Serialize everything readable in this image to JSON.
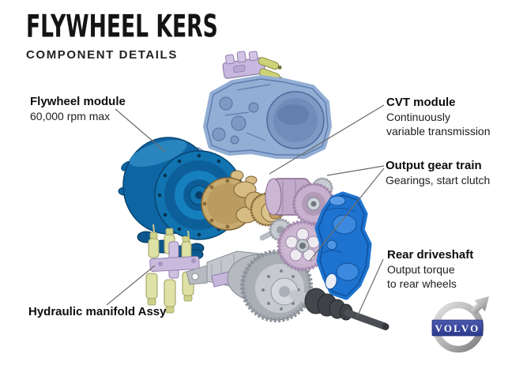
{
  "header": {
    "title": "FLYWHEEL KERS",
    "subtitle": "COMPONENT DETAILS"
  },
  "callouts": {
    "flywheel": {
      "title": "Flywheel module",
      "line1": "60,000 rpm max"
    },
    "cvt": {
      "title": "CVT module",
      "line1": "Continuously",
      "line2": "variable transmission"
    },
    "output_gear_train": {
      "title": "Output gear train",
      "line1": "Gearings, start clutch"
    },
    "rear_driveshaft": {
      "title": "Rear driveshaft",
      "line1": "Output torque",
      "line2": "to rear wheels"
    },
    "hydraulic_manifold": {
      "title": "Hydraulic manifold Assy"
    }
  },
  "logo": {
    "brand": "VOLVO"
  },
  "parts": [
    {
      "name": "flywheel-module",
      "color": "#1173b0"
    },
    {
      "name": "cvt-housing",
      "color": "#93aed4"
    },
    {
      "name": "cvt-variator",
      "color": "#c9aa6e"
    },
    {
      "name": "output-gear-train",
      "color": "#c1aaca"
    },
    {
      "name": "end-cover",
      "color": "#1d73cf"
    },
    {
      "name": "rear-drive-assembly",
      "color": "#b6bac0"
    },
    {
      "name": "driveshaft",
      "color": "#4b4f54"
    },
    {
      "name": "hydraulic-manifold",
      "color": "#dfe2a6"
    },
    {
      "name": "solenoid-valve-assembly",
      "color": "#c8b7de"
    }
  ],
  "colors": {
    "background": "#ffffff",
    "title_text": "#141414",
    "label_text": "#1d1d1d",
    "leader_line": "#6b6b6b",
    "logo_band_blue": "#3a4a9e",
    "logo_silver": "#a7a7a7"
  }
}
